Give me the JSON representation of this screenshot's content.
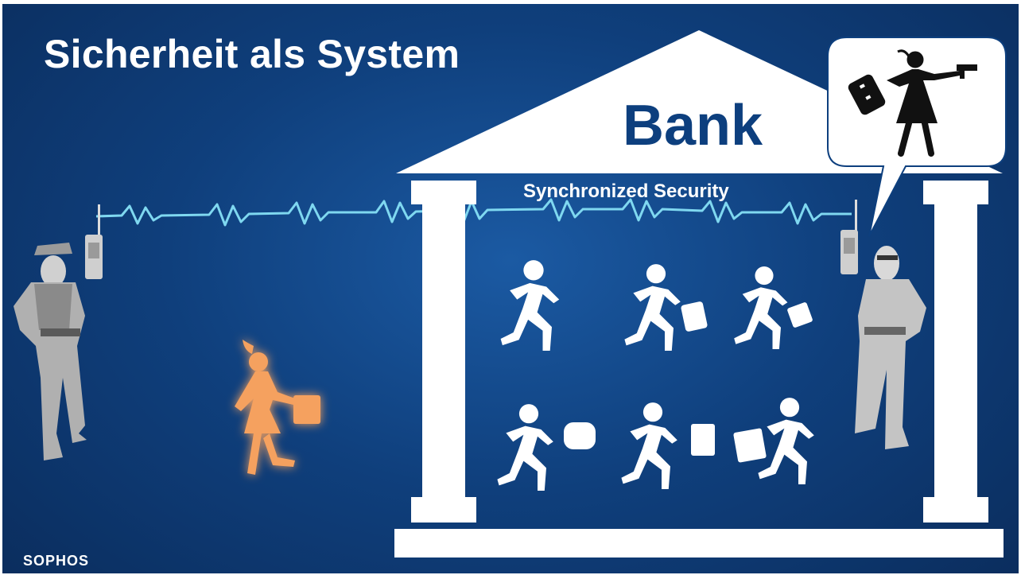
{
  "slide": {
    "title": "Sicherheit als System",
    "bank_label": "Bank",
    "sync_label": "Synchronized Security",
    "logo_text": "SOPHOS"
  },
  "colors": {
    "background_center": "#1b5aa3",
    "background_edge": "#0a2a58",
    "bank_text": "#0d3f7e",
    "signal_line": "#7fd8f0",
    "suspect_glow": "#f5a15e",
    "officer_gray": "#b8b8b8"
  },
  "icons": {
    "left_officer": "police-officer-icon",
    "right_officer": "security-guard-icon",
    "radios": "walkie-talkie-icon",
    "suspect": "running-woman-with-briefcase-icon",
    "robber_bubble": "woman-with-gun-and-bag-icon",
    "crowd": "running-people-icon"
  }
}
